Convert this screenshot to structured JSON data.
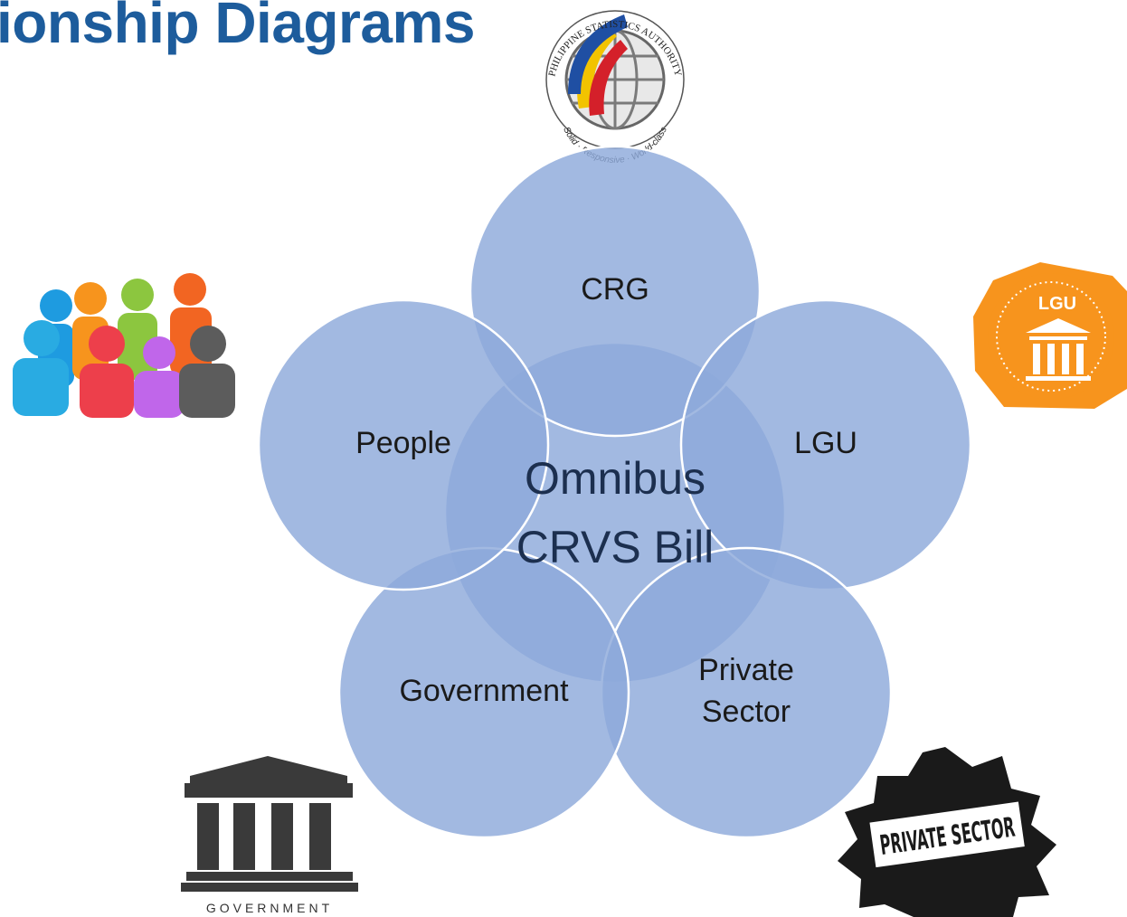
{
  "slide": {
    "title": "ionship Diagrams"
  },
  "logo": {
    "arc_text": "PHILIPPINE STATISTICS AUTHORITY",
    "tagline": "Solid · Responsive · World-class"
  },
  "diagram": {
    "center": {
      "line1": "Omnibus",
      "line2": "CRVS Bill"
    },
    "nodes": [
      {
        "id": "crg",
        "lines": [
          "CRG"
        ]
      },
      {
        "id": "lgu",
        "lines": [
          "LGU"
        ]
      },
      {
        "id": "private-sector",
        "lines": [
          "Private",
          "Sector"
        ]
      },
      {
        "id": "government",
        "lines": [
          "Government"
        ]
      },
      {
        "id": "people",
        "lines": [
          "People"
        ]
      }
    ]
  },
  "images": {
    "lgu_badge_text": "LGU",
    "government_icon_text": "GOVERNMENT",
    "private_sector_stamp_text": "PRIVATE SECTOR"
  },
  "colors": {
    "title": "#1d5c9c",
    "circle_fill": "#8eaadb",
    "lgu_badge": "#f7941d"
  }
}
